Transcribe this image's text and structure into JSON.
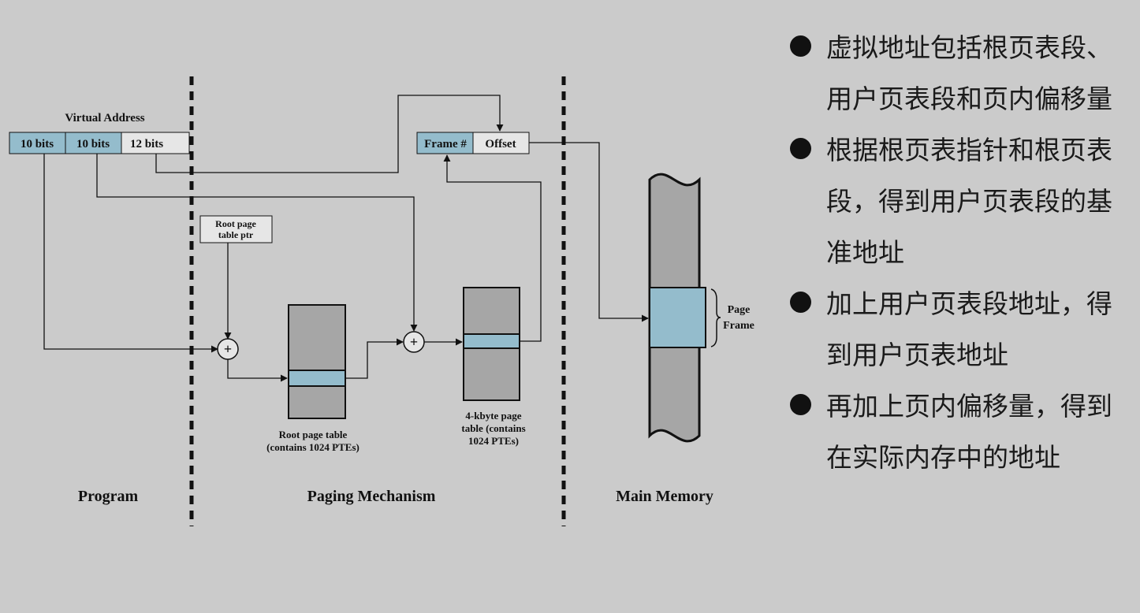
{
  "diagram": {
    "virtual_address": {
      "title": "Virtual Address",
      "fields": [
        "10 bits",
        "10 bits",
        "12 bits"
      ]
    },
    "physical_address": {
      "fields": [
        "Frame #",
        "Offset"
      ]
    },
    "root_ptr_label": [
      "Root page",
      "table ptr"
    ],
    "root_table_label": [
      "Root page table",
      "(contains 1024 PTEs)"
    ],
    "user_table_label": [
      "4-kbyte page",
      "table (contains",
      "1024 PTEs)"
    ],
    "page_frame_label": [
      "Page",
      "Frame"
    ],
    "adder_symbol": "+",
    "sections": [
      "Program",
      "Paging Mechanism",
      "Main Memory"
    ]
  },
  "bullets": [
    "虚拟地址包括根页表段、用户页表段和页内偏移量",
    "根据根页表指针和根页表段，得到用户页表段的基准地址",
    "加上用户页表段地址，得到用户页表地址",
    "再加上页内偏移量，得到在实际内存中的地址"
  ],
  "colors": {
    "background": "#cbcbcb",
    "highlight": "#94bccc",
    "table_fill": "#a6a6a6",
    "line": "#111111"
  }
}
